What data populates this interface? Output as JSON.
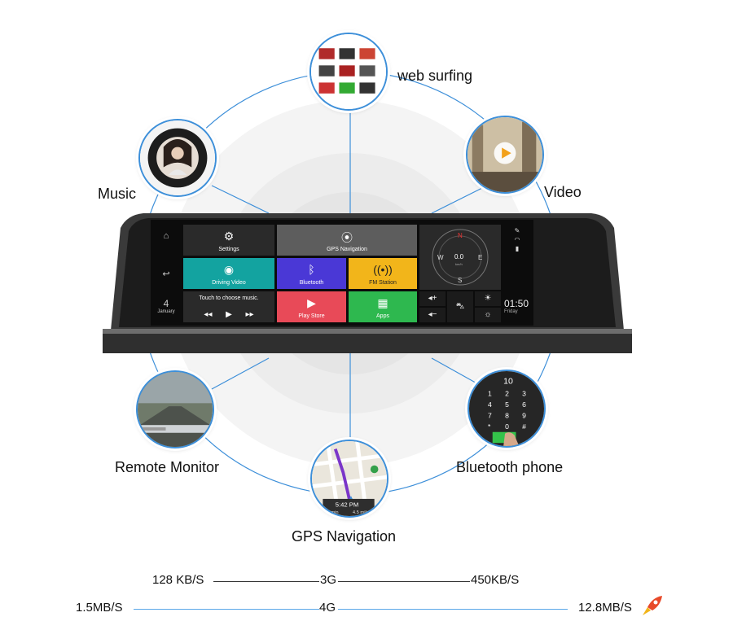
{
  "features": {
    "web_surfing": "web surfing",
    "music": "Music",
    "video": "Video",
    "remote_monitor": "Remote Monitor",
    "bluetooth_phone": "Bluetooth phone",
    "gps_navigation": "GPS Navigation"
  },
  "screen": {
    "settings": "Settings",
    "gps_navigation": "GPS Navigation",
    "driving_video": "Driving Video",
    "bluetooth": "Bluetooth",
    "fm_station": "FM Station",
    "music_hint": "Touch to choose music.",
    "play_store": "Play Store",
    "apps": "Apps",
    "date_day": "4",
    "date_month": "January",
    "time": "01:50",
    "weekday": "Friday",
    "compass_n": "N",
    "compass_s": "S",
    "compass_e": "E",
    "compass_w": "W",
    "speed_value": "0.0",
    "speed_unit": "km/h"
  },
  "dialpad": {
    "display": "10",
    "keys": [
      "1",
      "2",
      "3",
      "4",
      "5",
      "6",
      "7",
      "8",
      "9",
      "*",
      "0",
      "#"
    ]
  },
  "gps_thumb": {
    "eta_time": "5:42 PM",
    "eta_duration": "15 min",
    "eta_distance": "4.5 mile"
  },
  "speeds": {
    "row3g": {
      "left": "128 KB/S",
      "mid": "3G",
      "right": "450KB/S"
    },
    "row4g": {
      "left": "1.5MB/S",
      "mid": "4G",
      "right": "12.8MB/S"
    }
  },
  "colors": {
    "accent_blue": "#3d8fd9",
    "tile_teal": "#13a3a0",
    "tile_blue": "#4a38d6",
    "tile_yellow": "#f2b51a",
    "tile_red": "#e84a58",
    "tile_green": "#2eb84f",
    "tile_dark": "#2a2a2a"
  }
}
